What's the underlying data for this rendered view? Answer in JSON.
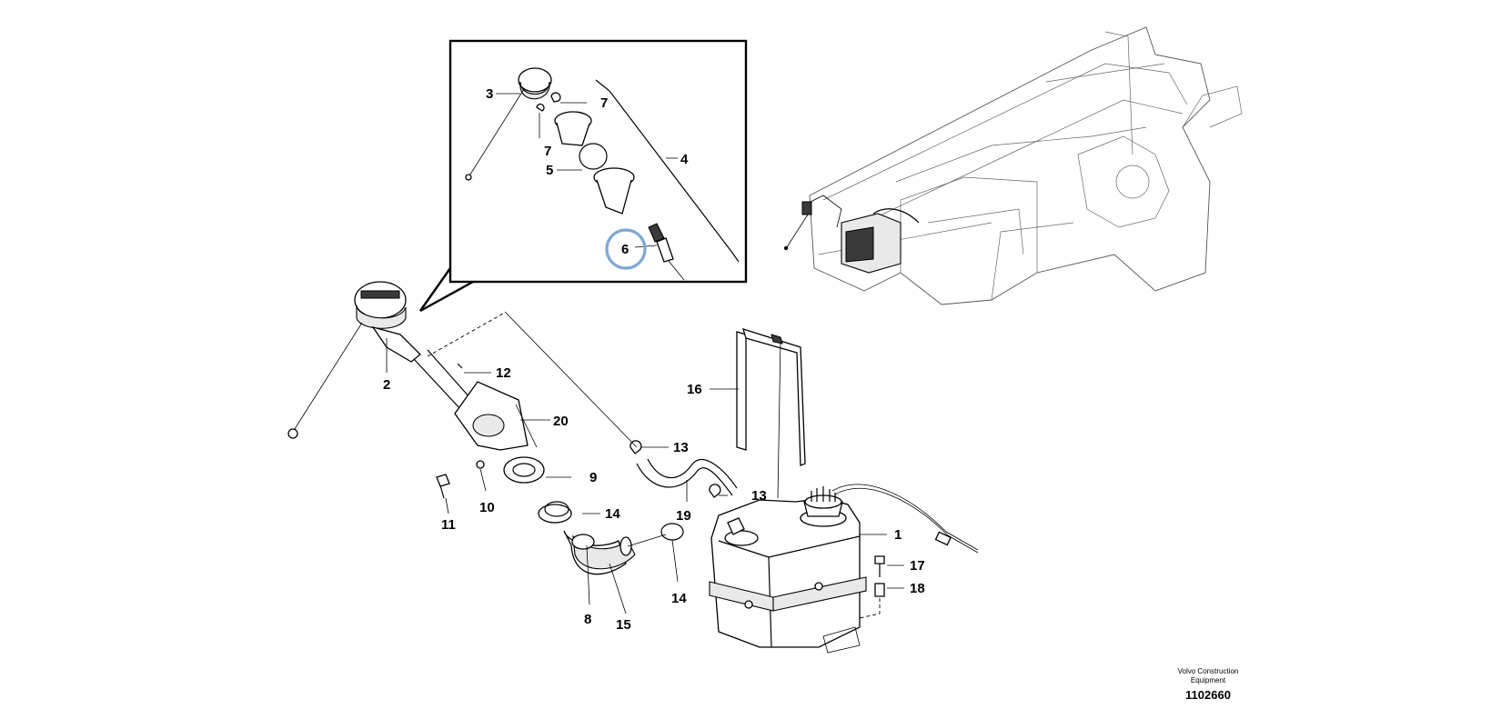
{
  "callouts": {
    "c1": "1",
    "c2": "2",
    "c3": "3",
    "c4": "4",
    "c5": "5",
    "c6": "6",
    "c7a": "7",
    "c7b": "7",
    "c8": "8",
    "c9": "9",
    "c10": "10",
    "c11": "11",
    "c12": "12",
    "c13a": "13",
    "c13b": "13",
    "c14a": "14",
    "c14b": "14",
    "c15": "15",
    "c16": "16",
    "c17": "17",
    "c18": "18",
    "c19": "19",
    "c20": "20"
  },
  "footer": {
    "company_line1": "Volvo Construction",
    "company_line2": "Equipment",
    "drawing_id": "1102660"
  },
  "highlight": {
    "callout": "6",
    "color": "#7fa8d4"
  }
}
